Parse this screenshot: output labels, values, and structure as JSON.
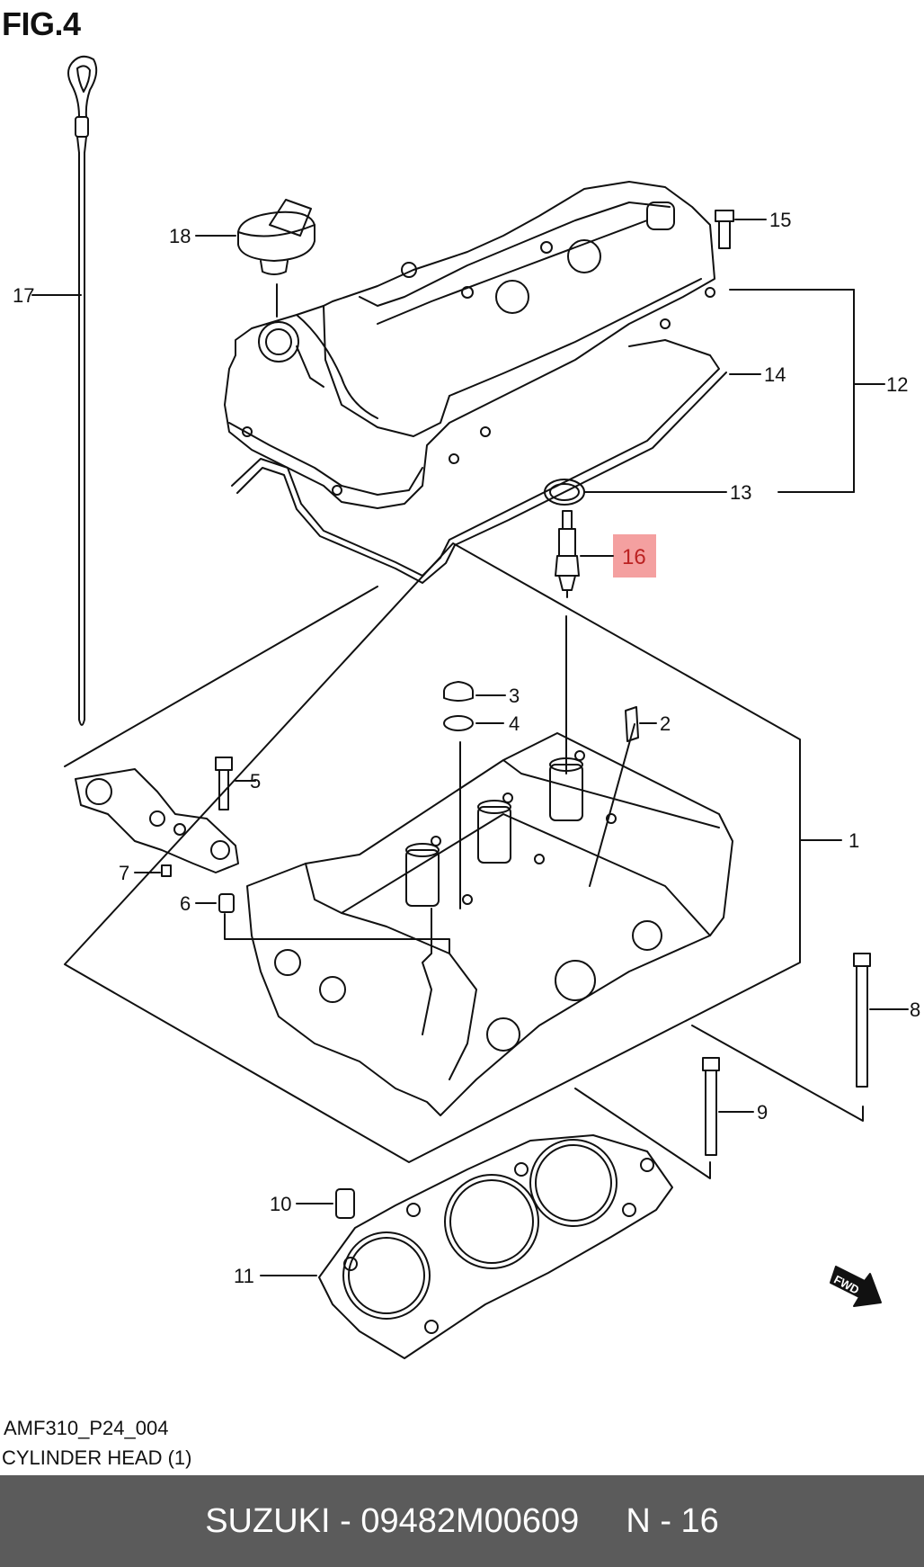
{
  "figure": {
    "title": "FIG.4"
  },
  "callouts": [
    "1",
    "2",
    "3",
    "4",
    "5",
    "6",
    "7",
    "8",
    "9",
    "10",
    "11",
    "12",
    "13",
    "14",
    "15",
    "16",
    "17",
    "18"
  ],
  "highlight": {
    "part": "16",
    "color": "#f4a0a0"
  },
  "orientation_badge": "FWD",
  "caption": {
    "code": "AMF310_P24_004",
    "name": "CYLINDER HEAD (1)"
  },
  "footer": {
    "brand_part": "SUZUKI - 09482M00609",
    "ref": "N - 16",
    "bg_color": "#5b5b5b"
  }
}
